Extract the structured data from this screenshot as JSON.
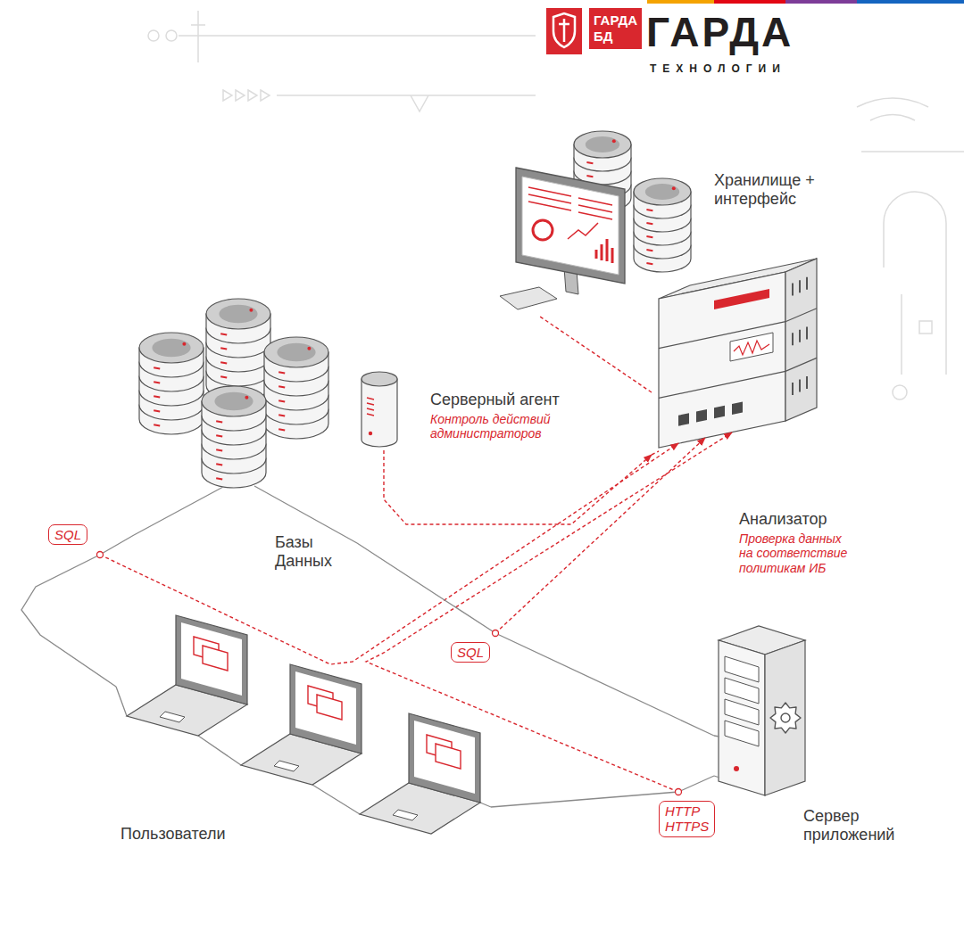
{
  "diagram": {
    "nodes": [
      {
        "text": [
          "Хранилище + интерфейс"
        ]
      },
      {
        "text": [
          "Серверный агент",
          "Контроль действий администраторов"
        ]
      },
      {
        "text": [
          "Анализатор",
          "Проверка данных на соответствие политикам ИБ"
        ]
      },
      {
        "text": [
          "Базы Данных"
        ]
      },
      {
        "text": [
          "Пользователи"
        ]
      },
      {
        "text": [
          "Сервер приложений"
        ]
      }
    ],
    "edges": [
      {
        "from": 1,
        "to": 2,
        "arrow": "to"
      },
      {
        "from": 2,
        "to": 0,
        "arrow": "none"
      },
      {
        "from": 3,
        "to": 4,
        "label": "SQL",
        "arrow": "none"
      },
      {
        "from": 3,
        "to": 5,
        "label": "SQL",
        "arrow": "none"
      },
      {
        "from": 4,
        "to": 5,
        "label": "HTTP HTTPS",
        "arrow": "none"
      }
    ],
    "labels": [
      "ГАРДА БД",
      "ГАРДА",
      "ТЕХНОЛОГИИ"
    ]
  }
}
